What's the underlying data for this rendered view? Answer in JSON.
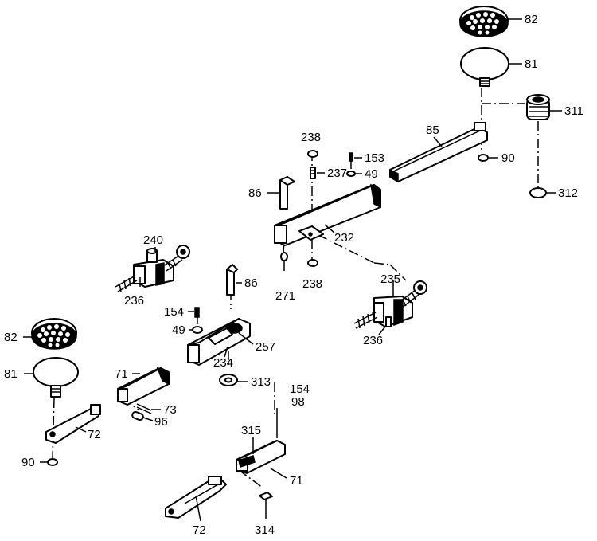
{
  "callouts": {
    "c82_top": "82",
    "c81_top": "81",
    "c311": "311",
    "c85": "85",
    "c90_right": "90",
    "c312": "312",
    "c238_top": "238",
    "c153": "153",
    "c237": "237",
    "c49_top": "49",
    "c86_top": "86",
    "c232": "232",
    "c271": "271",
    "c238_bottom": "238",
    "c235": "235",
    "c236_right": "236",
    "c240": "240",
    "c236_left": "236",
    "c86_mid": "86",
    "c154_left": "154",
    "c49_left": "49",
    "c257": "257",
    "c234": "234",
    "c313": "313",
    "c82_left": "82",
    "c81_left": "81",
    "c71_left": "71",
    "c73": "73",
    "c96": "96",
    "c72_left": "72",
    "c90_left": "90",
    "c154_bottom": "154",
    "c98": "98",
    "c315": "315",
    "c71_bottom": "71",
    "c72_bottom": "72",
    "c314": "314"
  }
}
